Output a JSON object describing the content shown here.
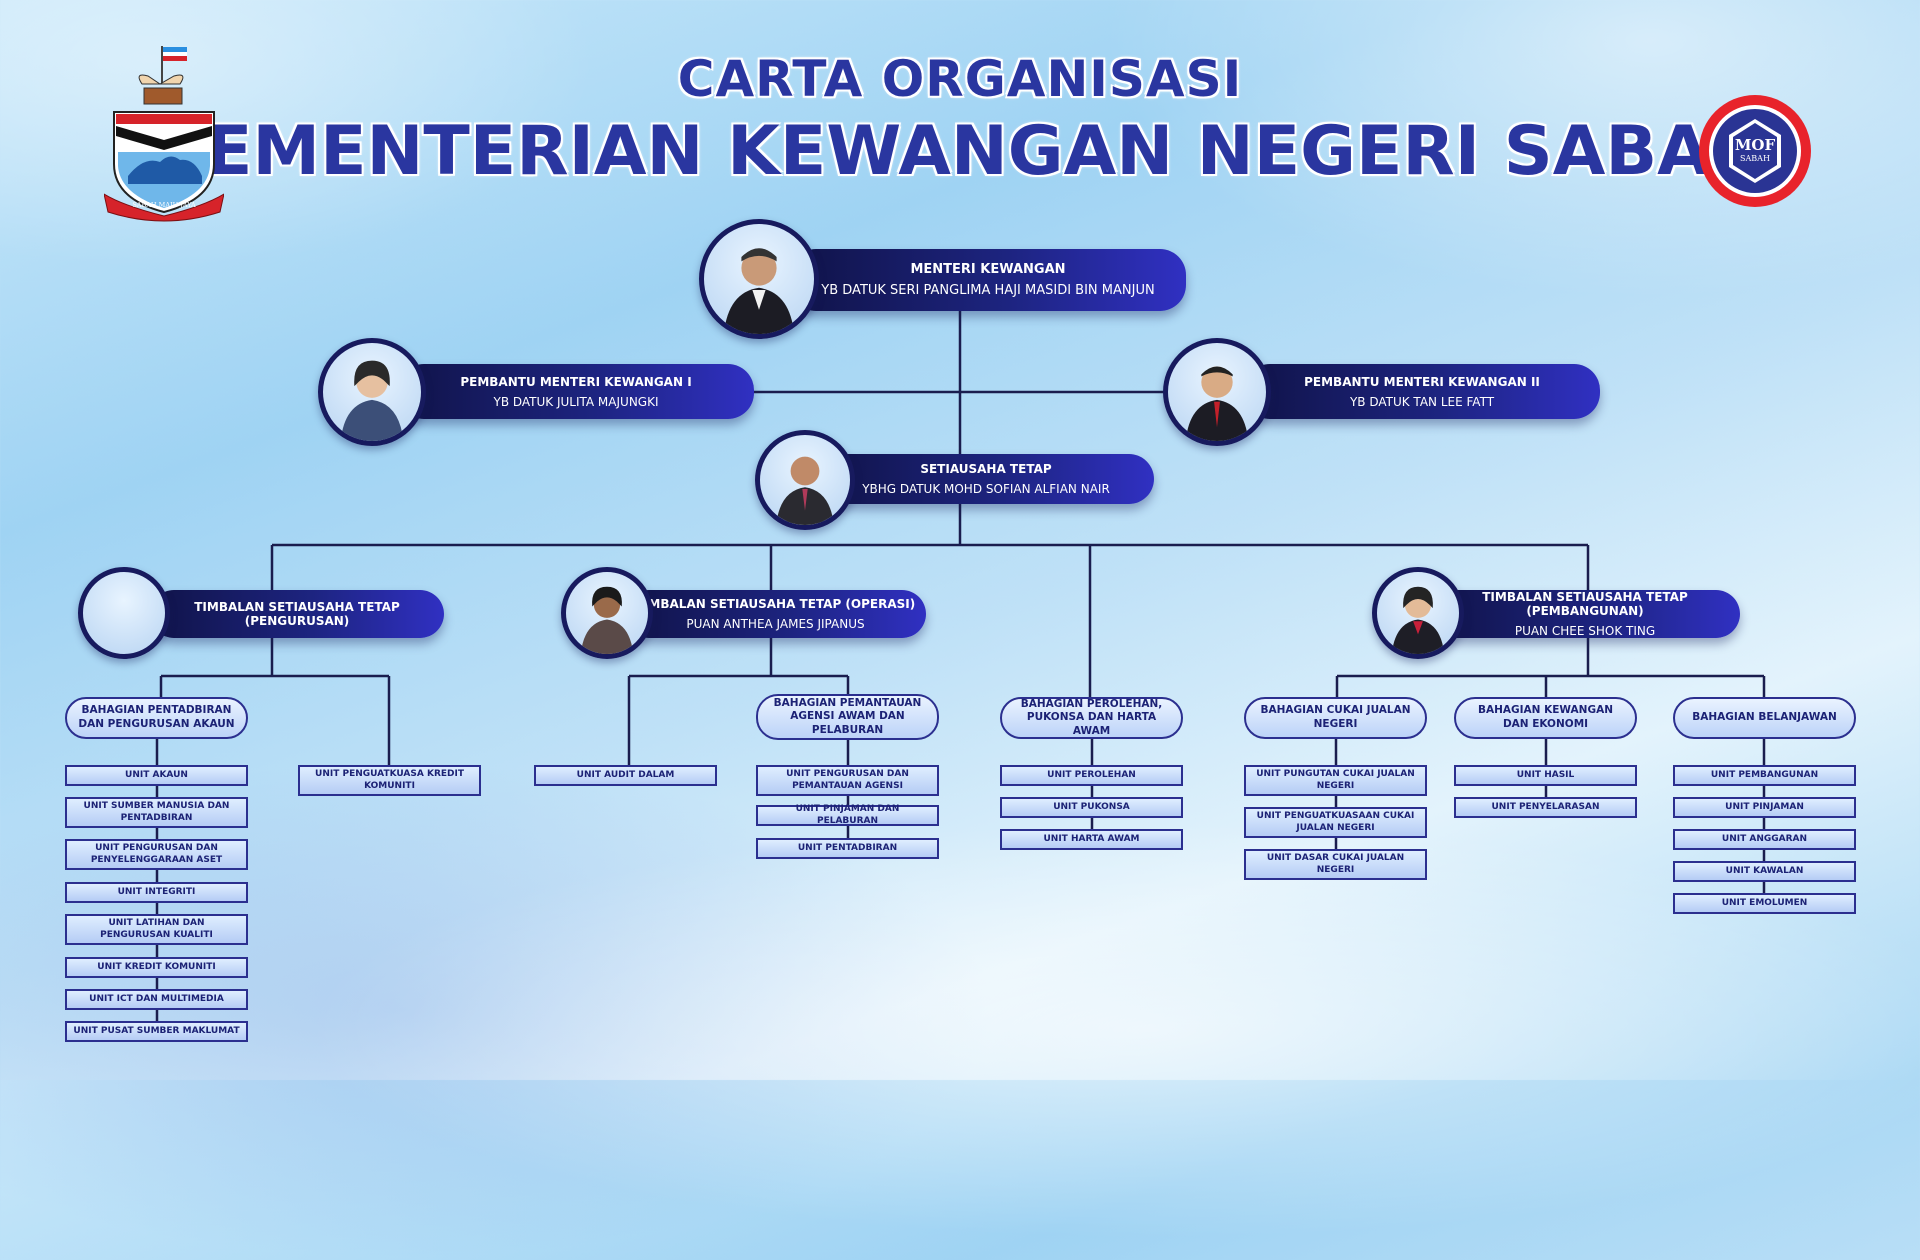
{
  "title": {
    "line1": "CARTA ORGANISASI",
    "line2": "KEMENTERIAN KEWANGAN NEGERI SABAH"
  },
  "logos": {
    "left_motto": "SABAH MAJU JAYA",
    "right_line1": "MOF",
    "right_line2": "SABAH"
  },
  "colors": {
    "title": "#2a36a0",
    "pill_dark": "#101348",
    "pill_light": "#3030c2",
    "line": "#1a1d4e",
    "box_border": "#2b2f8f"
  },
  "minister": {
    "title": "MENTERI KEWANGAN",
    "name": "YB DATUK SERI PANGLIMA HAJI MASIDI BIN MANJUN"
  },
  "assistant1": {
    "title": "PEMBANTU MENTERI KEWANGAN I",
    "name": "YB DATUK JULITA MAJUNGKI"
  },
  "assistant2": {
    "title": "PEMBANTU MENTERI KEWANGAN II",
    "name": "YB DATUK TAN LEE FATT"
  },
  "secretary": {
    "title": "SETIAUSAHA TETAP",
    "name": "YBHG DATUK MOHD SOFIAN ALFIAN NAIR"
  },
  "deputy_management": {
    "title": "TIMBALAN SETIAUSAHA TETAP (PENGURUSAN)",
    "name": ""
  },
  "deputy_operations": {
    "title": "TIMBALAN SETIAUSAHA TETAP (OPERASI)",
    "name": "PUAN ANTHEA JAMES JIPANUS"
  },
  "deputy_development": {
    "title": "TIMBALAN SETIAUSAHA TETAP (PEMBANGUNAN)",
    "name": "PUAN CHEE SHOK TING"
  },
  "divisions": [
    {
      "label": "BAHAGIAN PENTADBIRAN DAN PENGURUSAN AKAUN",
      "units": [
        "UNIT AKAUN",
        "UNIT SUMBER MANUSIA DAN PENTADBIRAN",
        "UNIT PENGURUSAN DAN PENYELENGGARAAN ASET",
        "UNIT INTEGRITI",
        "UNIT LATIHAN DAN PENGURUSAN KUALITI",
        "UNIT KREDIT KOMUNITI",
        "UNIT ICT DAN MULTIMEDIA",
        "UNIT PUSAT SUMBER MAKLUMAT"
      ]
    },
    {
      "label": "",
      "units": [
        "UNIT PENGUATKUASA KREDIT KOMUNITI"
      ]
    },
    {
      "label": "",
      "units": [
        "UNIT AUDIT DALAM"
      ]
    },
    {
      "label": "BAHAGIAN PEMANTAUAN AGENSI AWAM DAN PELABURAN",
      "units": [
        "UNIT PENGURUSAN DAN PEMANTAUAN AGENSI",
        "UNIT PINJAMAN DAN PELABURAN",
        "UNIT PENTADBIRAN"
      ]
    },
    {
      "label": "BAHAGIAN PEROLEHAN, PUKONSA DAN HARTA AWAM",
      "units": [
        "UNIT PEROLEHAN",
        "UNIT PUKONSA",
        "UNIT HARTA AWAM"
      ]
    },
    {
      "label": "BAHAGIAN CUKAI JUALAN NEGERI",
      "units": [
        "UNIT PUNGUTAN CUKAI JUALAN NEGERI",
        "UNIT PENGUATKUASAAN CUKAI JUALAN NEGERI",
        "UNIT DASAR CUKAI JUALAN NEGERI"
      ]
    },
    {
      "label": "BAHAGIAN KEWANGAN DAN EKONOMI",
      "units": [
        "UNIT HASIL",
        "UNIT PENYELARASAN"
      ]
    },
    {
      "label": "BAHAGIAN BELANJAWAN",
      "units": [
        "UNIT PEMBANGUNAN",
        "UNIT PINJAMAN",
        "UNIT ANGGARAN",
        "UNIT KAWALAN",
        "UNIT EMOLUMEN"
      ]
    }
  ]
}
